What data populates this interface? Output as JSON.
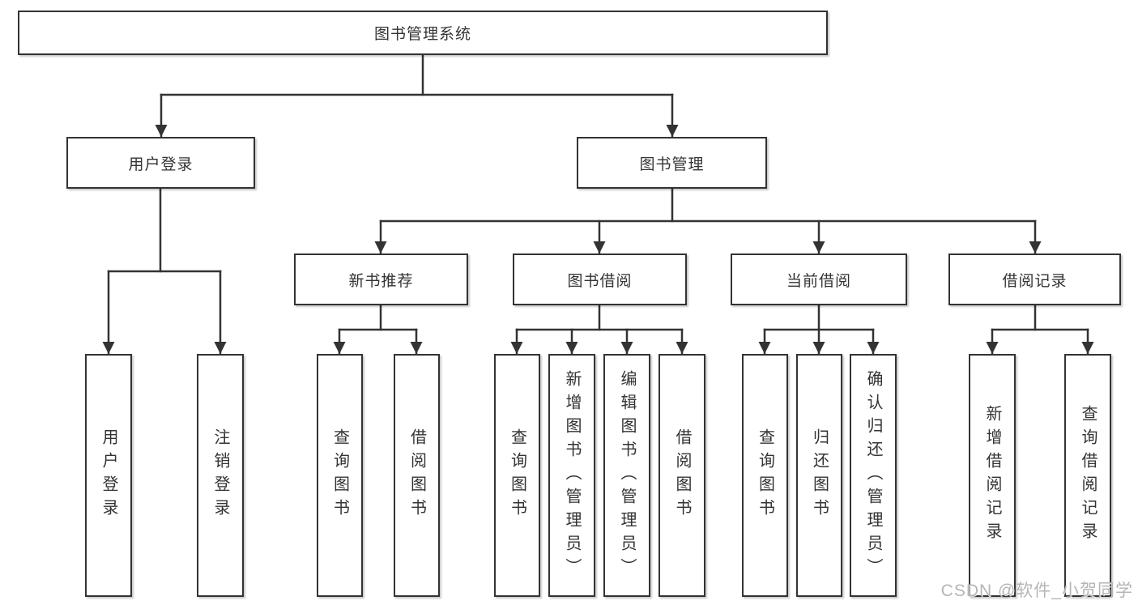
{
  "tree": {
    "label": "图书管理系统",
    "children": [
      {
        "label": "用户登录",
        "children": [
          {
            "label": "用户登录"
          },
          {
            "label": "注销登录"
          }
        ]
      },
      {
        "label": "图书管理",
        "children": [
          {
            "label": "新书推荐",
            "children": [
              {
                "label": "查询图书"
              },
              {
                "label": "借阅图书"
              }
            ]
          },
          {
            "label": "图书借阅",
            "children": [
              {
                "label": "查询图书"
              },
              {
                "label": "新增图书（管理员）"
              },
              {
                "label": "编辑图书（管理员）"
              },
              {
                "label": "借阅图书"
              }
            ]
          },
          {
            "label": "当前借阅",
            "children": [
              {
                "label": "查询图书"
              },
              {
                "label": "归还图书"
              },
              {
                "label": "确认归还（管理员）"
              }
            ]
          },
          {
            "label": "借阅记录",
            "children": [
              {
                "label": "新增借阅记录"
              },
              {
                "label": "查询借阅记录"
              }
            ]
          }
        ]
      }
    ]
  },
  "watermark": {
    "text": "CSDN @软件_小贺同学"
  },
  "colors": {
    "line": "#333333",
    "text": "#333333",
    "box_background": "#ffffff",
    "page_background": "#ffffff",
    "watermark": "#b5b5b5"
  }
}
